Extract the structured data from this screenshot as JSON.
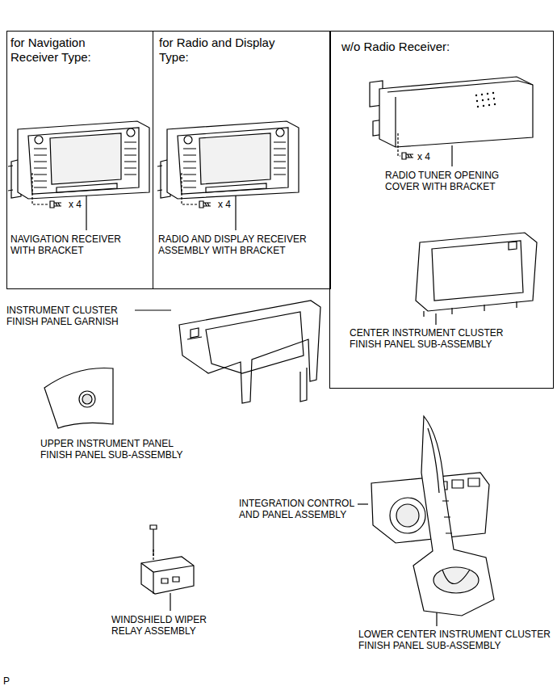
{
  "diagram": {
    "nodes": [
      {
        "text": [
          "for Navigation Receiver Type:",
          "x 4",
          "NAVIGATION RECEIVER WITH BRACKET"
        ]
      },
      {
        "text": [
          "for Radio and Display Type:",
          "x 4",
          "RADIO AND DISPLAY RECEIVER ASSEMBLY WITH BRACKET"
        ]
      },
      {
        "text": [
          "w/o Radio Receiver:",
          "x 4",
          "RADIO TUNER OPENING COVER WITH BRACKET",
          "CENTER INSTRUMENT CLUSTER FINISH PANEL SUB-ASSEMBLY"
        ]
      }
    ],
    "labels": [
      "INSTRUMENT CLUSTER FINISH PANEL GARNISH",
      "UPPER INSTRUMENT PANEL FINISH PANEL SUB-ASSEMBLY",
      "INTEGRATION CONTROL AND PANEL ASSEMBLY",
      "WINDSHIELD WIPER RELAY ASSEMBLY",
      "LOWER CENTER INSTRUMENT CLUSTER FINISH PANEL SUB-ASSEMBLY",
      "P"
    ]
  }
}
